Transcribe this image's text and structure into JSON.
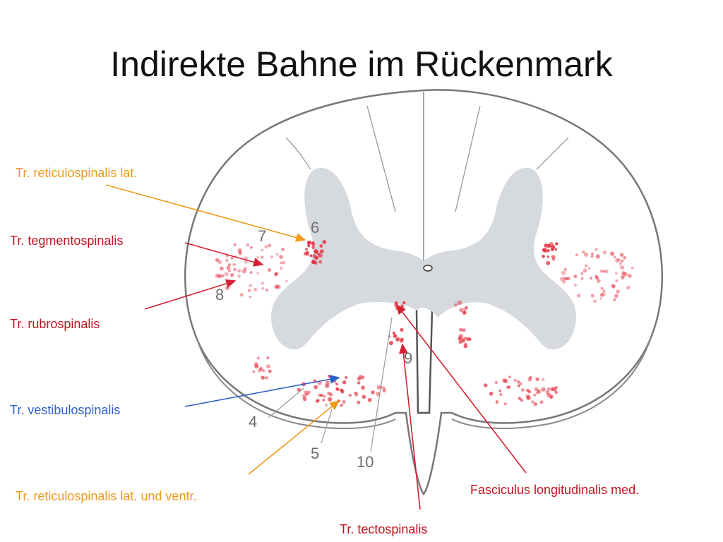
{
  "title": "Indirekte Bahne im Rückenmark",
  "colors": {
    "orange": "#ef9a1a",
    "red": "#d42030",
    "blue": "#2f5fc8",
    "dot": "#e02838",
    "gray_matter": "#d6d9dd",
    "outline": "#777777"
  },
  "labels": {
    "reticulospinalis_lat": "Tr. reticulospinalis lat.",
    "tegmentospinalis": "Tr. tegmentospinalis",
    "rubrospinalis": "Tr. rubrospinalis",
    "vestibulospinalis": "Tr. vestibulospinalis",
    "reticulospinalis_lat_ventr": "Tr. reticulospinalis lat. und ventr.",
    "fasciculus_longitudinalis": "Fasciculus longitudinalis med.",
    "tectospinalis": "Tr. tectospinalis"
  },
  "diagram_numbers": {
    "n4": "4",
    "n5": "5",
    "n6": "6",
    "n7": "7",
    "n8": "8",
    "n9": "9",
    "n10": "10"
  }
}
